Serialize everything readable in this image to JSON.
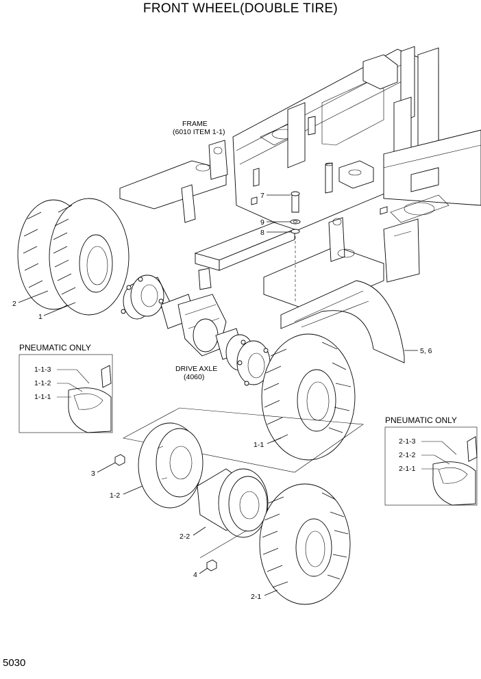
{
  "title": "FRONT WHEEL(DOUBLE TIRE)",
  "page_number": "5030",
  "frame_label": {
    "line1": "FRAME",
    "line2": "(6010 ITEM 1-1)"
  },
  "axle_label": {
    "line1": "DRIVE AXLE",
    "line2": "(4060)"
  },
  "callouts": {
    "c1": "1",
    "c2": "2",
    "c3": "3",
    "c4": "4",
    "c7": "7",
    "c8": "8",
    "c9": "9",
    "c56": "5, 6",
    "c1_1": "1-1",
    "c1_2": "1-2",
    "c2_1": "2-1",
    "c2_2": "2-2"
  },
  "inset_left": {
    "header": "PNEUMATIC ONLY",
    "items": [
      "1-1-3",
      "1-1-2",
      "1-1-1"
    ]
  },
  "inset_right": {
    "header": "PNEUMATIC ONLY",
    "items": [
      "2-1-3",
      "2-1-2",
      "2-1-1"
    ]
  }
}
